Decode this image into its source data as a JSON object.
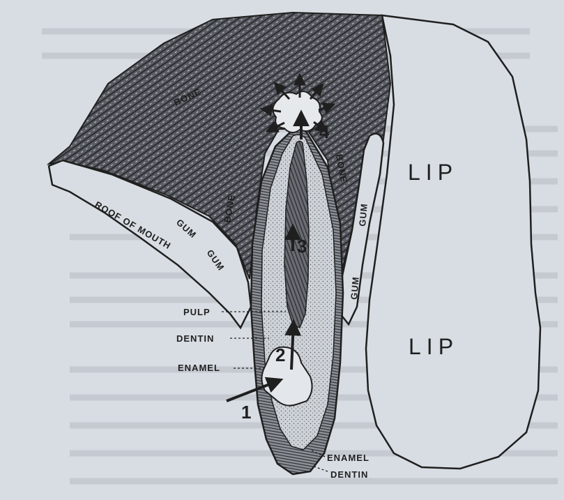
{
  "labels": {
    "bone_top": "BONE",
    "bone_left": "BONE",
    "bone_right": "BONE",
    "gum_1": "GUM",
    "gum_2": "GUM",
    "gum_3": "GUM",
    "gum_4": "GUM",
    "roof_of_mouth": "ROOF OF MOUTH",
    "lip_top": "LIP",
    "lip_bottom": "LIP",
    "pulp": "PULP",
    "dentin_upper": "DENTIN",
    "enamel_upper": "ENAMEL",
    "enamel_lower": "ENAMEL",
    "dentin_lower": "DENTIN"
  },
  "steps": [
    "1",
    "2",
    "3",
    "4"
  ],
  "colors": {
    "paper": "#d8dde3",
    "bone_fill": "#5a5d64",
    "ink": "#1f1f1f",
    "tooth_fill": "#c9ced5"
  }
}
